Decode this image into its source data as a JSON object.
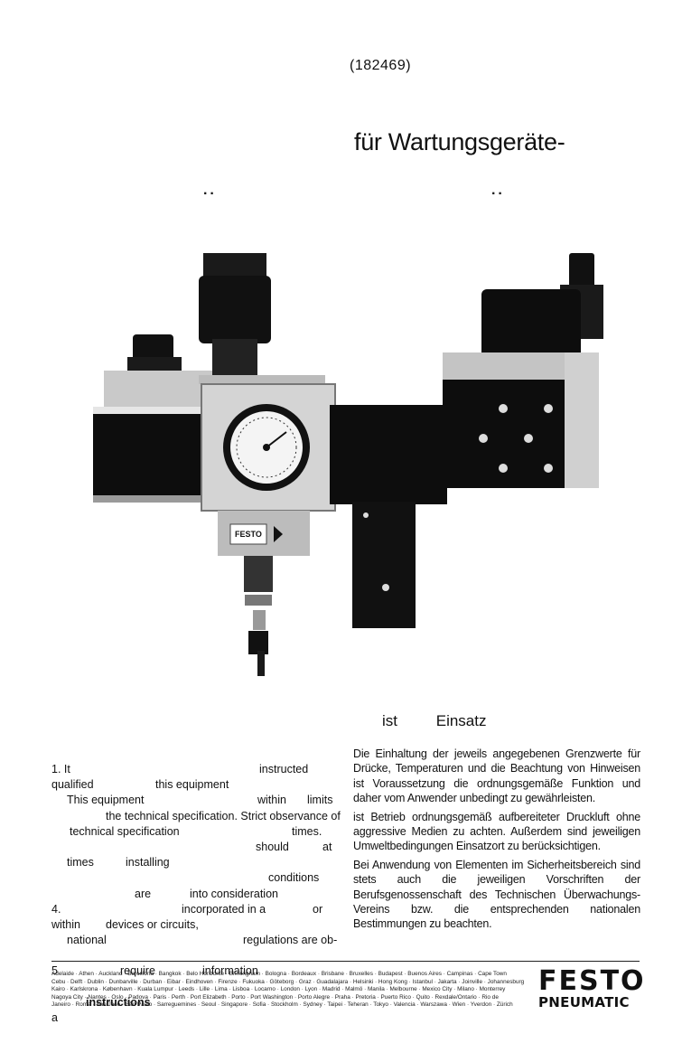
{
  "header": {
    "order_number": "(182469)",
    "heading": "für Wartungsgeräte-",
    "dots_left": "··",
    "dots_right": "··"
  },
  "product_photo": {
    "brand_label": "FESTO"
  },
  "german": {
    "title_word1": "ist",
    "title_word2": "Einsatz",
    "paragraphs": [
      "Die Einhaltung der jeweils angegebenen Grenzwerte für Drücke, Temperaturen und die Beachtung von Hinweisen ist Voraussetzung die ordnungsgemäße Funktion und daher vom Anwender unbedingt zu gewährleisten.",
      "ist Betrieb ordnungsgemäß aufbereiteter Druckluft ohne aggressive Medien zu achten. Außerdem sind jeweiligen Umweltbedingungen Einsatzort zu berücksichtigen.",
      "Bei Anwendung von Elementen im Sicherheitsbereich sind stets auch die jeweiligen Vorschriften der Berufsgenossenschaft des Technischen Überwachungs-Vereins bzw. die entsprechenden nationalen Bestimmungen zu beachten."
    ]
  },
  "english": {
    "lines": [
      [
        "1. It",
        "instructed"
      ],
      [
        "qualified",
        "this equipment"
      ],
      [
        "This equipment",
        "within",
        "limits"
      ],
      [
        "the technical specification. Strict observance of"
      ],
      [
        "technical specification",
        "times."
      ],
      [
        "should",
        "at"
      ],
      [
        "times",
        "installing"
      ],
      [
        "conditions"
      ],
      [
        "are",
        "into consideration"
      ],
      [
        "4.",
        "incorporated in a",
        "or"
      ],
      [
        "within",
        "devices or circuits,"
      ],
      [
        "national",
        "regulations are ob-"
      ],
      [
        ""
      ],
      [
        "5",
        "require",
        "information"
      ],
      [
        ""
      ],
      [
        "instructions"
      ],
      [
        "a"
      ]
    ]
  },
  "footer": {
    "cities": [
      "Adelaide · Athen · Auckland · Barcelona · Bangkok · Belo Horizonte · Birmingham · Bologna · Bordeaux · Brisbane · Bruxelles · Budapest · Buenos Aires · Campinas · Cape Town",
      "Cebu · Delft · Dublin · Dunbarville · Durban · Eibar · Eindhoven · Firenze · Fukuoka · Göteborg · Graz · Guadalajara · Helsinki · Hong Kong · Istanbul · Jakarta · Joinville · Johannesburg",
      "Kairo · Karlskrona · København · Kuala Lumpur · Leeds · Lille · Lima · Lisboa · Locarno · London · Lyon · Madrid · Malmö · Manila · Melbourne · Mexico City · Milano · Monterrey",
      "Nagoya City · Nantes · Oslo · Padova · Paris · Perth · Port Elizabeth · Porto · Port Washington · Porto Alegre · Praha · Pretoria · Puerto Rico · Quito · Rexdale/Ontario · Rio de",
      "Janeiro · Roma · San José · São Paulo · Sarreguemines · Seoul · Singapore · Sofia · Stockholm · Sydney · Taipei · Teheran · Tokyo · Valencia · Warszawa · Wien · Yverdon · Zürich"
    ],
    "logo_top": "FESTO",
    "logo_bottom": "PNEUMATIC"
  }
}
